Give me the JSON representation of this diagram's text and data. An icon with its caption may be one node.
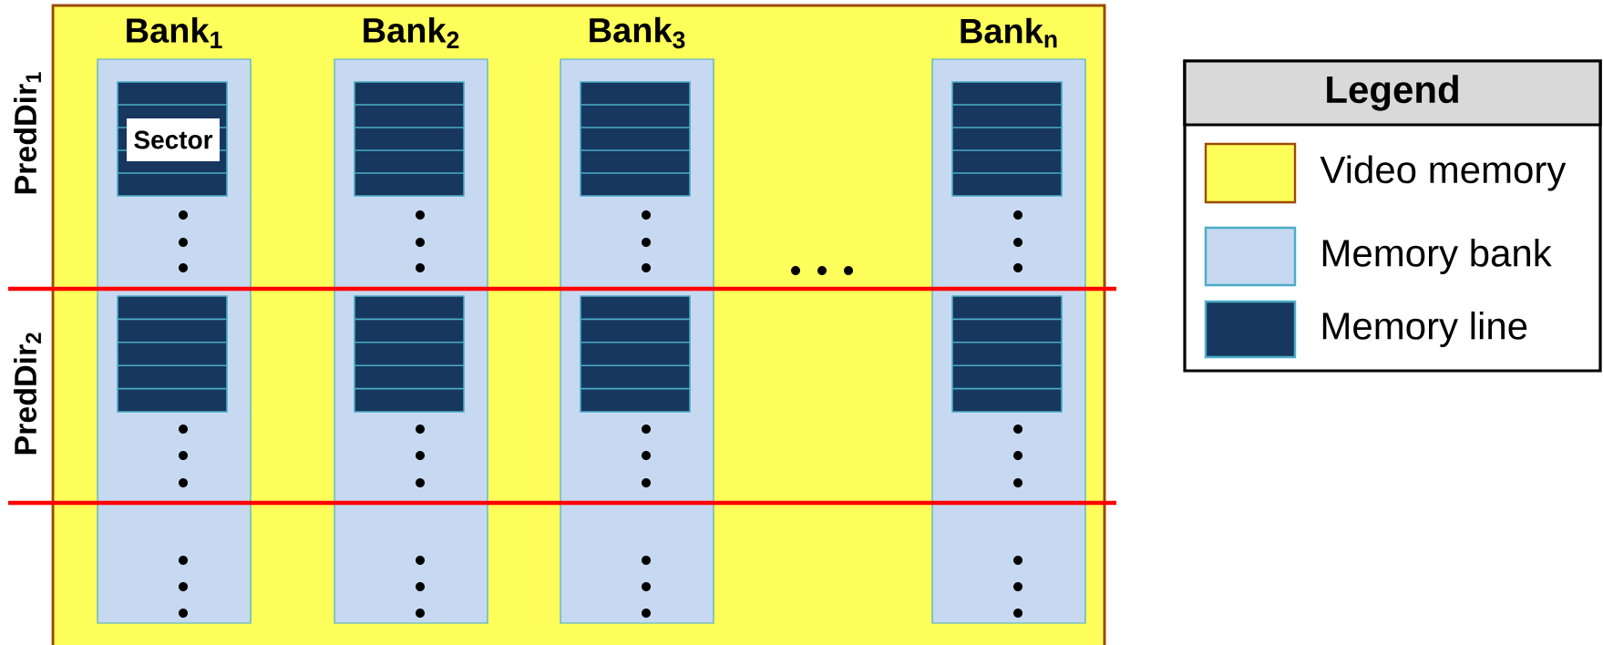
{
  "diagram": {
    "nodes": [
      {
        "text": [],
        "shape": "box"
      },
      {
        "text": [
          "Bank$_{1}$"
        ],
        "in": 0
      },
      {
        "text": [],
        "shape": "box",
        "in": 1
      },
      {
        "text": [
          "Sector"
        ],
        "in": 2
      },
      {
        "text": [],
        "shape": "box",
        "in": 1
      },
      {
        "text": [
          "Bank$_{2}$"
        ],
        "in": 0
      },
      {
        "text": [],
        "shape": "box",
        "in": 5
      },
      {
        "text": [],
        "shape": "box",
        "in": 5
      },
      {
        "text": [
          "Bank$_{3}$"
        ],
        "in": 0
      },
      {
        "text": [],
        "shape": "box",
        "in": 8
      },
      {
        "text": [],
        "shape": "box",
        "in": 8
      },
      {
        "text": [
          "Bank$_{n}$"
        ],
        "in": 0
      },
      {
        "text": [],
        "shape": "box",
        "in": 11
      },
      {
        "text": [],
        "shape": "box",
        "in": 11
      }
    ],
    "labels": [
      "PredDir$_{1}$",
      "PredDir$_{2}$",
      "Legend"
    ],
    "legend": [
      {
        "text": "Video memory",
        "color": "#ffff5b"
      },
      {
        "text": "Memory bank",
        "color": "#c6d9f0"
      },
      {
        "text": "Memory line",
        "color": "#17375e"
      }
    ]
  }
}
